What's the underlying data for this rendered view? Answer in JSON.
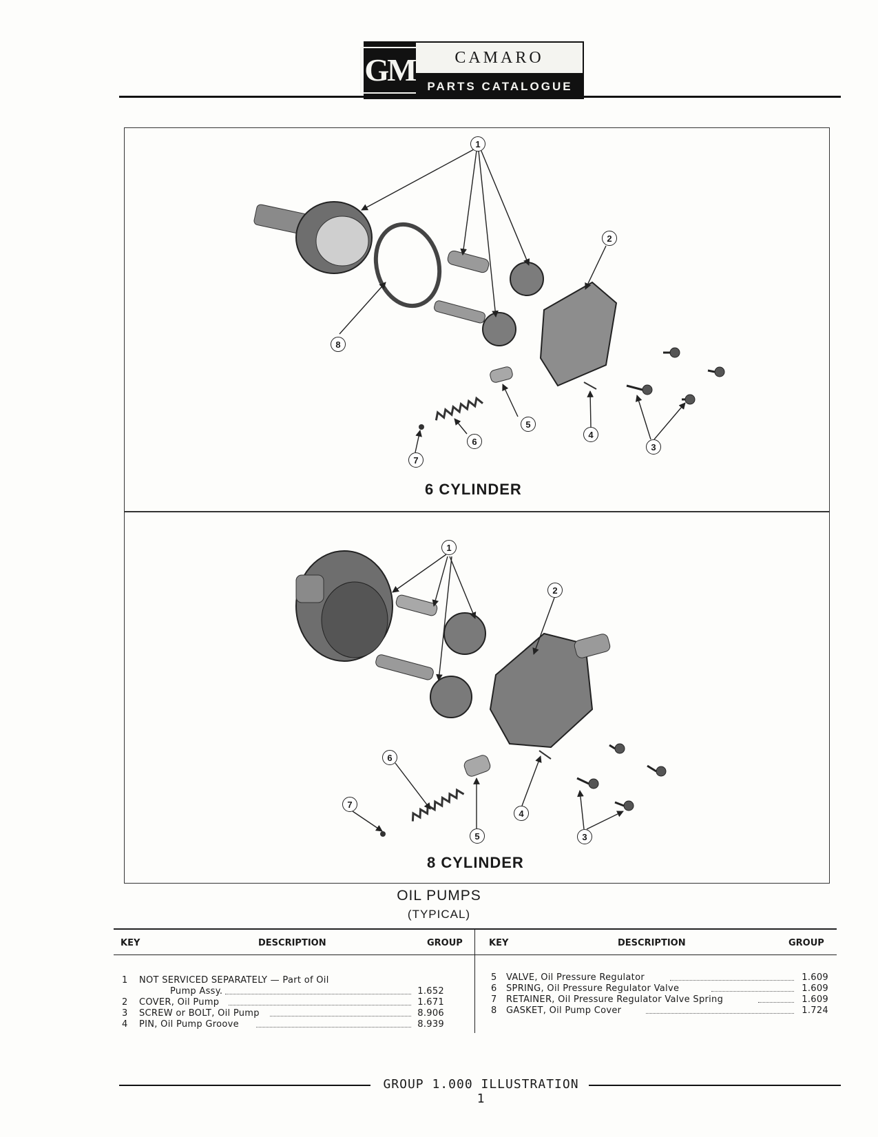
{
  "header": {
    "logo": "GM",
    "title": "CAMARO",
    "subtitle": "PARTS CATALOGUE"
  },
  "figures": [
    {
      "label": "6 CYLINDER",
      "callouts": [
        "1",
        "2",
        "3",
        "4",
        "5",
        "6",
        "7",
        "8"
      ]
    },
    {
      "label": "8 CYLINDER",
      "callouts": [
        "1",
        "2",
        "3",
        "4",
        "5",
        "6",
        "7"
      ]
    }
  ],
  "caption": {
    "title": "OIL PUMPS",
    "subtitle": "(TYPICAL)"
  },
  "table": {
    "headers": {
      "key": "KEY",
      "description": "DESCRIPTION",
      "group": "GROUP"
    },
    "left": [
      {
        "key": "1",
        "desc": "NOT SERVICED SEPARATELY — Part of Oil",
        "cont": "Pump Assy.",
        "group": "1.652"
      },
      {
        "key": "2",
        "desc": "COVER, Oil Pump",
        "group": "1.671"
      },
      {
        "key": "3",
        "desc": "SCREW or BOLT, Oil Pump",
        "group": "8.906"
      },
      {
        "key": "4",
        "desc": "PIN, Oil Pump Groove",
        "group": "8.939"
      }
    ],
    "right": [
      {
        "key": "5",
        "desc": "VALVE, Oil Pressure Regulator",
        "group": "1.609"
      },
      {
        "key": "6",
        "desc": "SPRING, Oil Pressure Regulator Valve",
        "group": "1.609"
      },
      {
        "key": "7",
        "desc": "RETAINER, Oil Pressure Regulator Valve Spring",
        "group": "1.609"
      },
      {
        "key": "8",
        "desc": "GASKET, Oil Pump Cover",
        "group": "1.724"
      }
    ]
  },
  "footer": {
    "text": "GROUP 1.000 ILLUSTRATION 1"
  }
}
